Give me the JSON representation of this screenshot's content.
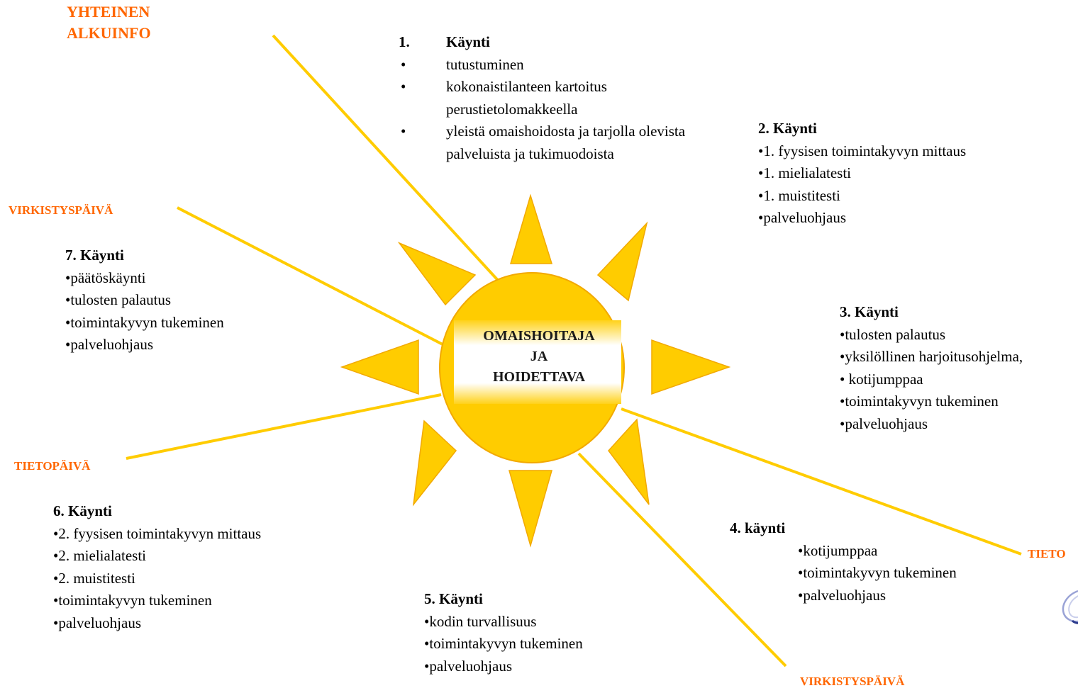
{
  "colors": {
    "sun": "#FFCC00",
    "sun_edge": "#F2A900",
    "label_orange": "#FF6600",
    "line": "#FFCC00"
  },
  "side_labels": {
    "top_left": [
      "YHTEINEN",
      "ALKUINFO"
    ],
    "left_upper": "VIRKISTYSPÄIVÄ",
    "left_lower": "TIETOPÄIVÄ",
    "right_lower": "TIETO",
    "bottom_right": "VIRKISTYSPÄIVÄ"
  },
  "center": {
    "lines": [
      "OMAISHOITAJA",
      "JA",
      "HOIDETTAVA"
    ]
  },
  "visits": {
    "v1": {
      "number": "1.",
      "title": "Käynti",
      "items": [
        {
          "bullet": "•",
          "text": "tutustuminen"
        },
        {
          "bullet": "•",
          "text": "kokonaistilanteen kartoitus perustietolomakkeella"
        },
        {
          "bullet": "•",
          "text": "yleistä omaishoidosta ja tarjolla olevista palveluista ja tukimuodoista"
        }
      ]
    },
    "v2": {
      "title": "2. Käynti",
      "items": [
        "•1. fyysisen toimintakyvyn mittaus",
        "•1. mielialatesti",
        "•1. muistitesti",
        "•palveluohjaus"
      ]
    },
    "v3": {
      "title": "3. Käynti",
      "items": [
        "•tulosten palautus",
        "•yksilöllinen harjoitusohjelma,",
        "• kotijumppaa",
        "•toimintakyvyn tukeminen",
        "•palveluohjaus"
      ]
    },
    "v4": {
      "title": "4. käynti",
      "items": [
        "•kotijumppaa",
        "•toimintakyvyn tukeminen",
        "•palveluohjaus"
      ]
    },
    "v5": {
      "title": "5. Käynti",
      "items": [
        "•kodin turvallisuus",
        "•toimintakyvyn tukeminen",
        "•palveluohjaus"
      ]
    },
    "v6": {
      "title": "6. Käynti",
      "items": [
        "•2. fyysisen toimintakyvyn mittaus",
        "•2. mielialatesti",
        "•2. muistitesti",
        "•toimintakyvyn tukeminen",
        "•palveluohjaus"
      ]
    },
    "v7": {
      "title": "7. Käynti",
      "items": [
        "•päätöskäynti",
        "•tulosten palautus",
        "•toimintakyvyn tukeminen",
        "•palveluohjaus"
      ]
    }
  }
}
